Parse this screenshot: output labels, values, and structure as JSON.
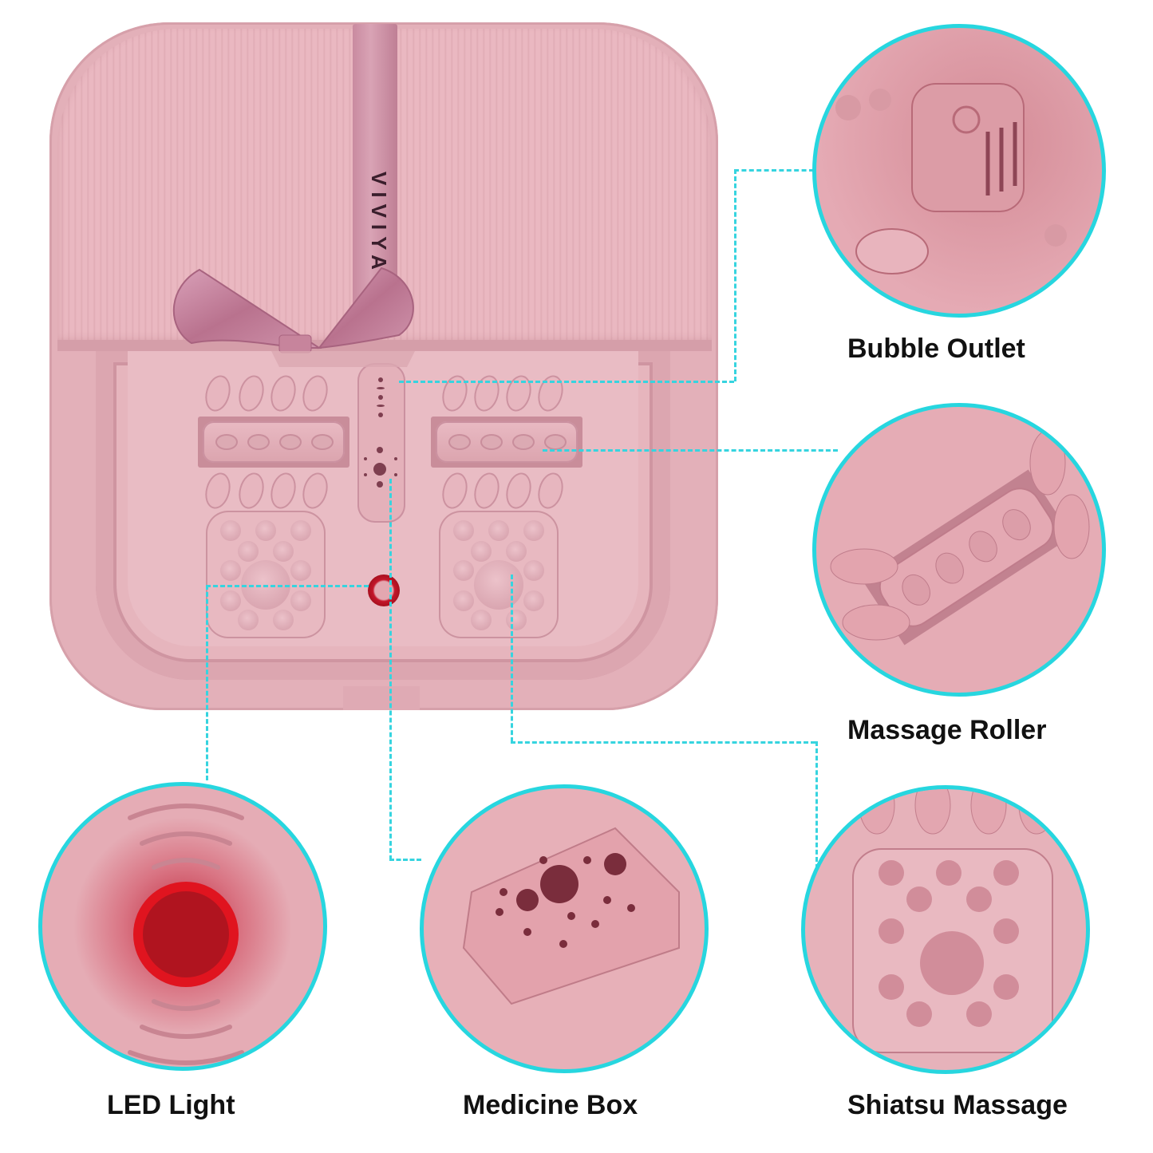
{
  "product": {
    "brand": "VIVIYA",
    "description": "Pink foldable foot spa with bow-shaped lid handle",
    "colors": {
      "body": "#e3b0b9",
      "strap": "#c98aa0",
      "accent_line": "#36d4df",
      "inset_border": "#27d6df",
      "led_red": "#c4162a",
      "label_text": "#111111"
    }
  },
  "features": [
    {
      "id": "bubble-outlet",
      "label": "Bubble Outlet"
    },
    {
      "id": "massage-roller",
      "label": "Massage Roller"
    },
    {
      "id": "led-light",
      "label": "LED Light"
    },
    {
      "id": "medicine-box",
      "label": "Medicine Box"
    },
    {
      "id": "shiatsu-massage",
      "label": "Shiatsu Massage"
    }
  ]
}
